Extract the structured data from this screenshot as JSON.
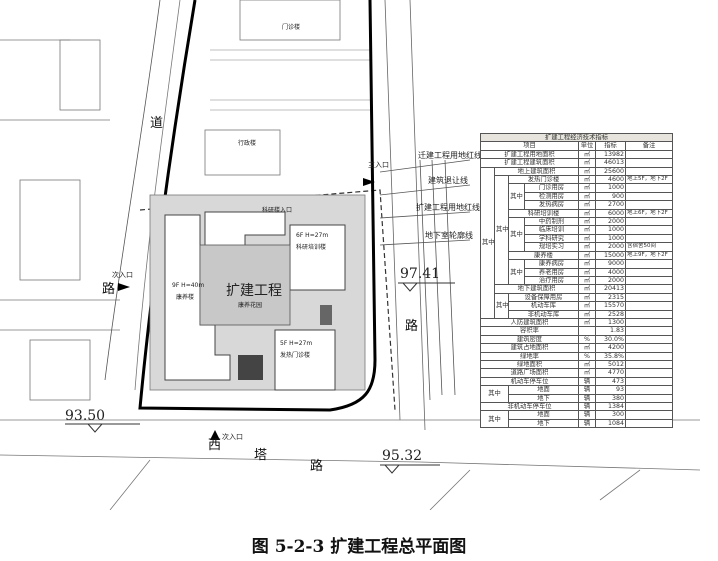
{
  "caption": "图 5-2-3   扩建工程总平面图",
  "plan": {
    "roads": {
      "west_top": "道",
      "west_mid": "路",
      "east": "路",
      "south_1": "西",
      "south_2": "塔",
      "south_3": "路"
    },
    "elevations": {
      "sw": "93.50",
      "ne": "97.41",
      "se": "95.32"
    },
    "entrances": {
      "main": "主入口",
      "west": "次入口",
      "south": "次入口",
      "research": "科研楼入口"
    },
    "buildings": {
      "project": "扩建工程",
      "garden": "康养花园",
      "rehab": "康养楼",
      "rehab_spec": "9F H=40m",
      "research": "科研培训楼",
      "research_spec": "6F H=27m",
      "fever": "发热门诊楼",
      "fever_spec": "5F H=27m",
      "outpatient": "门诊楼",
      "admin": "行政楼"
    },
    "legend_lines": [
      "迁建工程用地红线",
      "建筑退让线",
      "扩建工程用地红线",
      "地下室轮廓线"
    ]
  },
  "table": {
    "title": "扩建工程经济技术指标",
    "headers": [
      "项目",
      "单位",
      "指标",
      "备注"
    ],
    "group_label": "其中",
    "rows": [
      {
        "item": "扩建工程用地面积",
        "unit": "㎡",
        "value": "13982",
        "note": ""
      },
      {
        "item": "扩建工程建筑面积",
        "unit": "㎡",
        "value": "46013",
        "note": ""
      },
      {
        "item": "地上建筑面积",
        "unit": "㎡",
        "value": "25600",
        "note": ""
      },
      {
        "item": "发热门诊楼",
        "unit": "㎡",
        "value": "4600",
        "note": "地上5F，地下2F"
      },
      {
        "item": "门诊用房",
        "unit": "㎡",
        "value": "1000",
        "note": ""
      },
      {
        "item": "检测用房",
        "unit": "㎡",
        "value": "900",
        "note": ""
      },
      {
        "item": "发热病房",
        "unit": "㎡",
        "value": "2700",
        "note": ""
      },
      {
        "item": "科研培训楼",
        "unit": "㎡",
        "value": "6000",
        "note": "地上6F，地下2F"
      },
      {
        "item": "中药制剂",
        "unit": "㎡",
        "value": "2000",
        "note": ""
      },
      {
        "item": "临床培训",
        "unit": "㎡",
        "value": "1000",
        "note": ""
      },
      {
        "item": "学科研究",
        "unit": "㎡",
        "value": "1000",
        "note": ""
      },
      {
        "item": "规培实习",
        "unit": "㎡",
        "value": "2000",
        "note": "含宿舍50间"
      },
      {
        "item": "康养楼",
        "unit": "㎡",
        "value": "15000",
        "note": "地上9F，地下2F"
      },
      {
        "item": "康养病房",
        "unit": "㎡",
        "value": "9000",
        "note": ""
      },
      {
        "item": "养老用房",
        "unit": "㎡",
        "value": "4000",
        "note": ""
      },
      {
        "item": "治疗用房",
        "unit": "㎡",
        "value": "2000",
        "note": ""
      },
      {
        "item": "地下建筑面积",
        "unit": "㎡",
        "value": "20413",
        "note": ""
      },
      {
        "item": "设备保障用房",
        "unit": "㎡",
        "value": "2315",
        "note": ""
      },
      {
        "item": "机动车库",
        "unit": "㎡",
        "value": "15570",
        "note": ""
      },
      {
        "item": "非机动车库",
        "unit": "㎡",
        "value": "2528",
        "note": ""
      },
      {
        "item": "人防建筑面积",
        "unit": "㎡",
        "value": "1300",
        "note": ""
      },
      {
        "item": "容积率",
        "unit": "",
        "value": "1.83",
        "note": ""
      },
      {
        "item": "建筑密度",
        "unit": "%",
        "value": "30.0%",
        "note": ""
      },
      {
        "item": "建筑占地面积",
        "unit": "㎡",
        "value": "4200",
        "note": ""
      },
      {
        "item": "绿地率",
        "unit": "%",
        "value": "35.8%",
        "note": ""
      },
      {
        "item": "绿地面积",
        "unit": "㎡",
        "value": "5012",
        "note": ""
      },
      {
        "item": "道路广场面积",
        "unit": "㎡",
        "value": "4770",
        "note": ""
      },
      {
        "item": "机动车停车位",
        "unit": "辆",
        "value": "473",
        "note": ""
      },
      {
        "item": "地面",
        "unit": "辆",
        "value": "93",
        "note": ""
      },
      {
        "item": "地下",
        "unit": "辆",
        "value": "380",
        "note": ""
      },
      {
        "item": "非机动车停车位",
        "unit": "辆",
        "value": "1384",
        "note": ""
      },
      {
        "item": "地面",
        "unit": "辆",
        "value": "300",
        "note": ""
      },
      {
        "item": "地下",
        "unit": "辆",
        "value": "1084",
        "note": ""
      }
    ]
  }
}
